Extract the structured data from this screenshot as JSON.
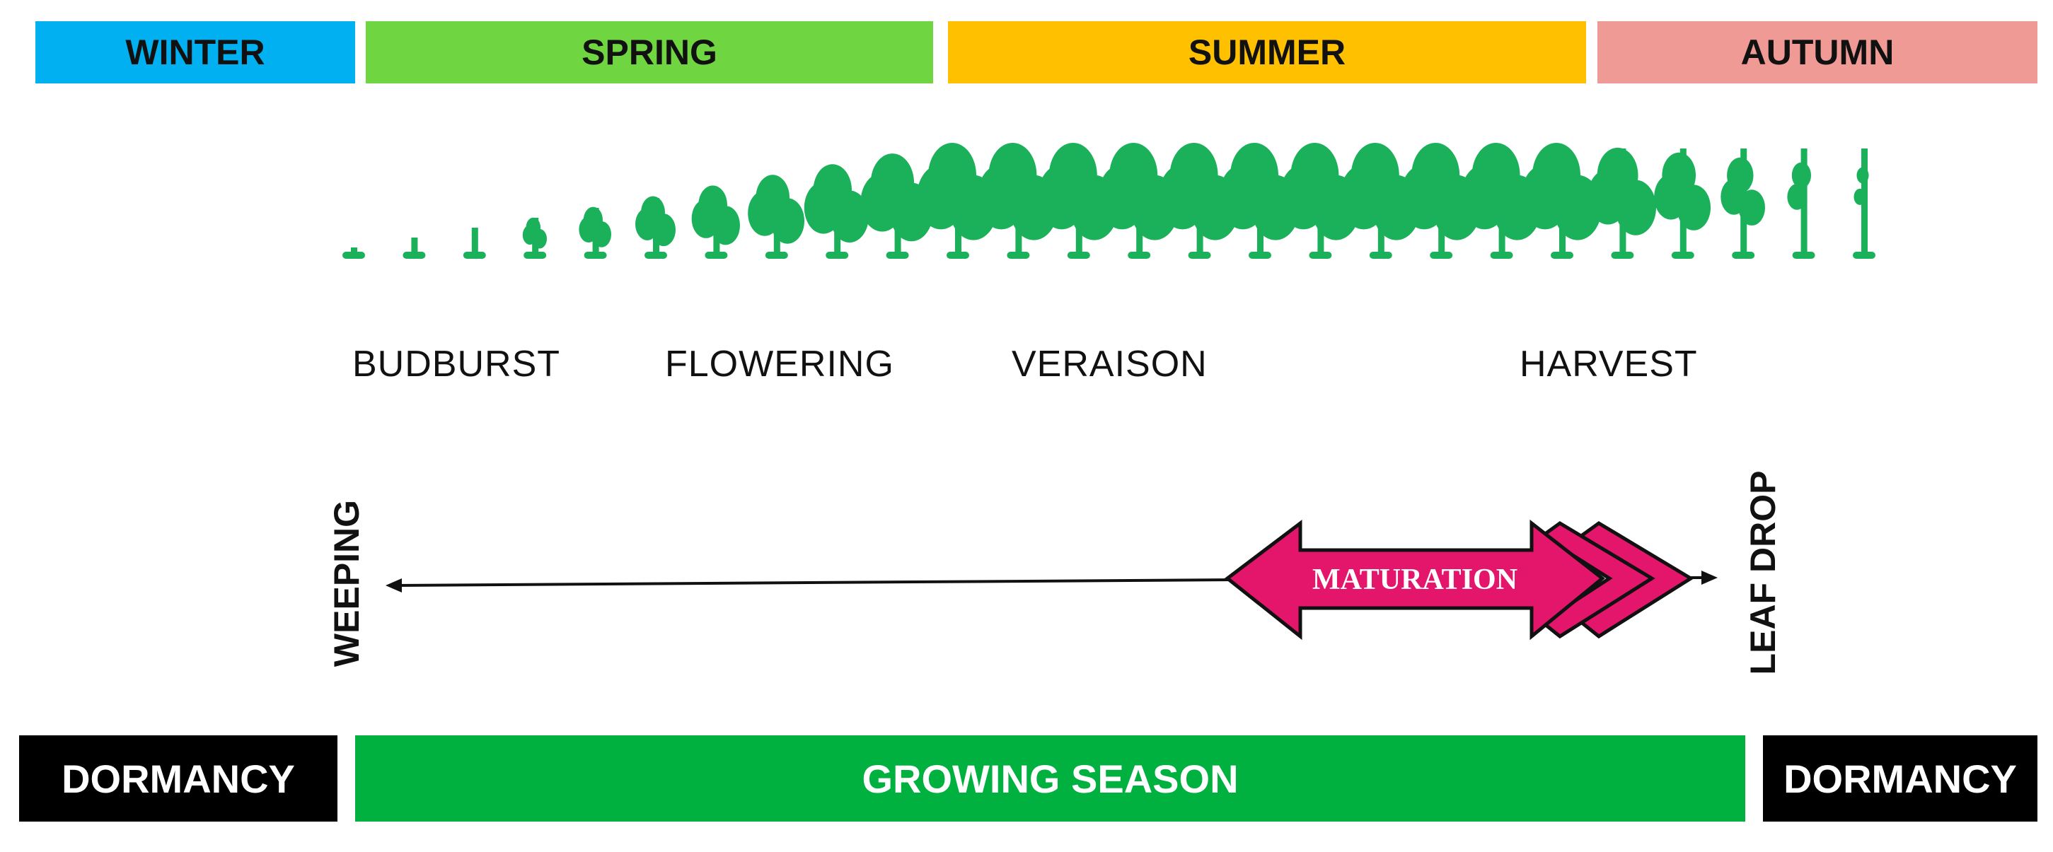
{
  "seasons": [
    {
      "label": "WINTER",
      "color": "#00b0f0"
    },
    {
      "label": "SPRING",
      "color": "#6fd540"
    },
    {
      "label": "SUMMER",
      "color": "#ffc000"
    },
    {
      "label": "AUTUMN",
      "color": "#f09a96"
    }
  ],
  "stages": [
    "BUDBURST",
    "FLOWERING",
    "VERAISON",
    "HARVEST"
  ],
  "timeline": {
    "start_label": "WEEPING",
    "end_label": "LEAF DROP",
    "maturation_label": "MATURATION",
    "maturation_color": "#e3166c"
  },
  "phases": [
    {
      "label": "DORMANCY",
      "color": "#000000"
    },
    {
      "label": "GROWING SEASON",
      "color": "#00b140"
    },
    {
      "label": "DORMANCY",
      "color": "#000000"
    }
  ],
  "vine_color": "#1bb05a"
}
